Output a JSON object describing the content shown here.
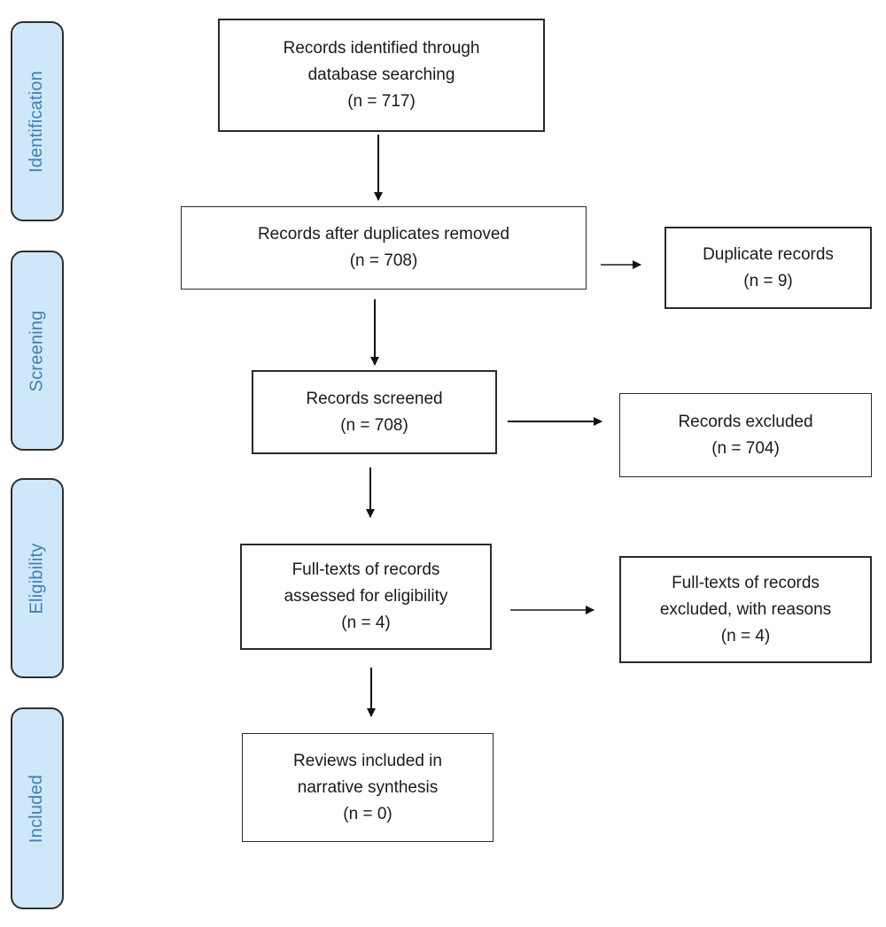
{
  "stages": {
    "identification": "Identification",
    "screening": "Screening",
    "eligibility": "Eligibility",
    "included": "Included"
  },
  "boxes": {
    "identified": {
      "line1": "Records identified through",
      "line2": "database searching",
      "count": "(n = 717)"
    },
    "after_duplicates": {
      "line1": "Records after duplicates removed",
      "count": "(n = 708)"
    },
    "duplicates": {
      "line1": "Duplicate records",
      "count": "(n = 9)"
    },
    "screened": {
      "line1": "Records screened",
      "count": "(n = 708)"
    },
    "excluded": {
      "line1": "Records excluded",
      "count": "(n = 704)"
    },
    "fulltext_assessed": {
      "line1": "Full-texts of records",
      "line2": "assessed for eligibility",
      "count": "(n = 4)"
    },
    "fulltext_excluded": {
      "line1": "Full-texts of records",
      "line2": "excluded, with reasons",
      "count": "(n = 4)"
    },
    "included": {
      "line1": "Reviews included in",
      "line2": "narrative synthesis",
      "count": "(n = 0)"
    }
  },
  "colors": {
    "stage_fill": "#cfe8f9",
    "stage_text": "#3f7fb6",
    "line": "#2a2a2a"
  }
}
